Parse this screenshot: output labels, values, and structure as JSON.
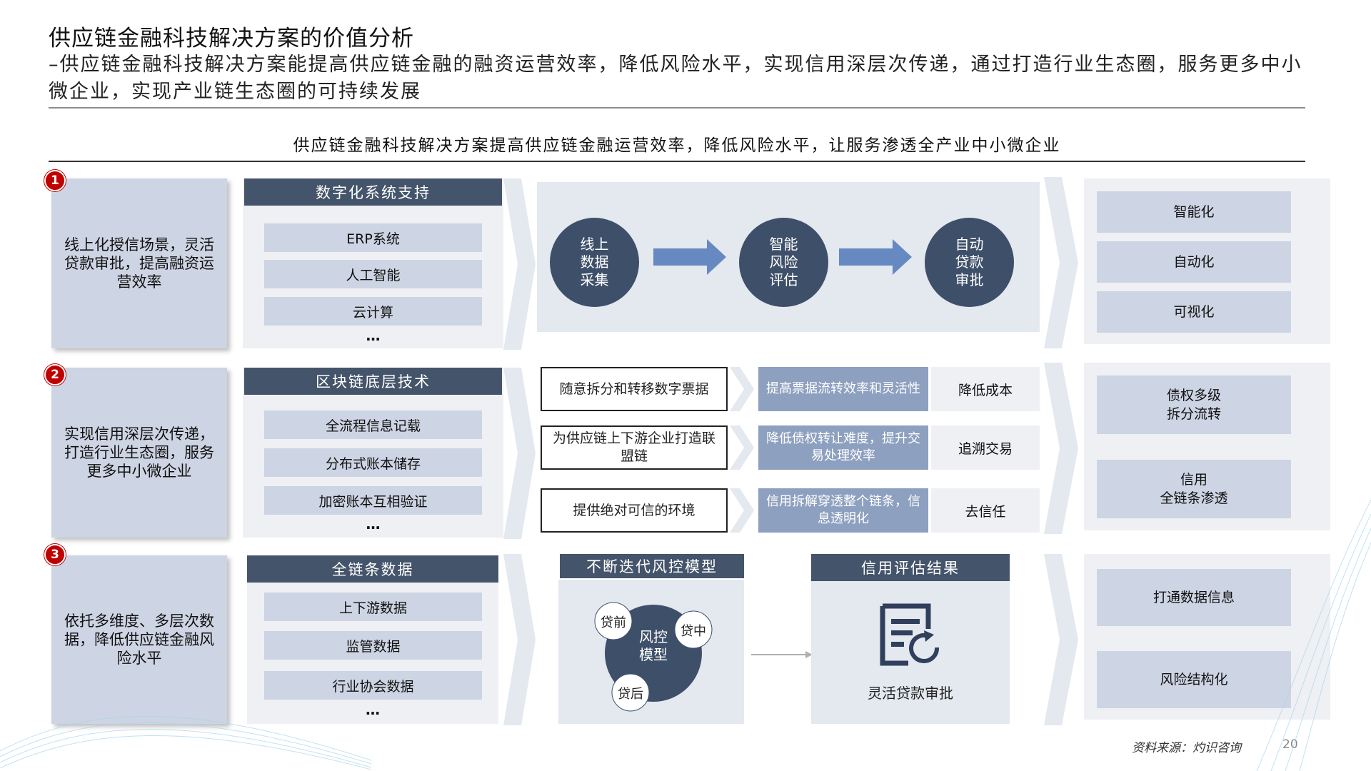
{
  "title": "供应链金融科技解决方案的价值分析",
  "subtitle": "–供应链金融科技解决方案能提高供应链金融的融资运营效率，降低风险水平，实现信用深层次传递，通过打造行业生态圈，服务更多中小微企业，实现产业链生态圈的可持续发展",
  "banner": "供应链金融科技解决方案提高供应链金融运营效率，降低风险水平，让服务渗透全产业中小微企业",
  "rows": [
    {
      "number": "1",
      "desc": "线上化授信场景，灵活贷款审批，提高融资运营效率",
      "header": "数字化系统支持",
      "items": [
        "ERP系统",
        "人工智能",
        "云计算"
      ],
      "more": "…"
    },
    {
      "number": "2",
      "desc": "实现信用深层次传递，打造行业生态圈，服务更多中小微企业",
      "header": "区块链底层技术",
      "items": [
        "全流程信息记载",
        "分布式账本储存",
        "加密账本互相验证"
      ],
      "more": "…"
    },
    {
      "number": "3",
      "desc": "依托多维度、多层次数据，降低供应链金融风险水平",
      "header": "全链条数据",
      "items": [
        "上下游数据",
        "监管数据",
        "行业协会数据"
      ],
      "more": "…"
    }
  ],
  "flow": [
    "线上\n数据\n采集",
    "智能\n风险\n评估",
    "自动\n贷款\n审批"
  ],
  "blockchain_rows": [
    {
      "action": "随意拆分和转移数字票据",
      "benefit": "提高票据流转效率和灵活性",
      "result": "降低成本"
    },
    {
      "action": "为供应链上下游企业打造联盟链",
      "benefit": "降低债权转让难度，提升交易处理效率",
      "result": "追溯交易"
    },
    {
      "action": "提供绝对可信的环境",
      "benefit": "信用拆解穿透整个链条，信息透明化",
      "result": "去信任"
    }
  ],
  "risk_model": {
    "header": "不断迭代风控模型",
    "center": "风控\n模型",
    "stages": [
      "贷前",
      "贷中",
      "贷后"
    ]
  },
  "credit_result": {
    "header": "信用评估结果",
    "label": "灵活贷款审批",
    "icon": "document-refresh-icon"
  },
  "right_groups": [
    [
      "智能化",
      "自动化",
      "可视化"
    ],
    [
      "债权多级\n拆分流转",
      "信用\n全链条渗透"
    ],
    [
      "打通数据信息",
      "风险结构化"
    ]
  ],
  "footer": {
    "source": "资料来源：灼识咨询",
    "page": "20"
  },
  "colors": {
    "navy": "#44546a",
    "light_blue": "#cdd4e3",
    "mid_blue": "#8ea0bf",
    "circle": "#3e4f69",
    "arrow": "#5b7cb5",
    "badge": "#c00000"
  }
}
